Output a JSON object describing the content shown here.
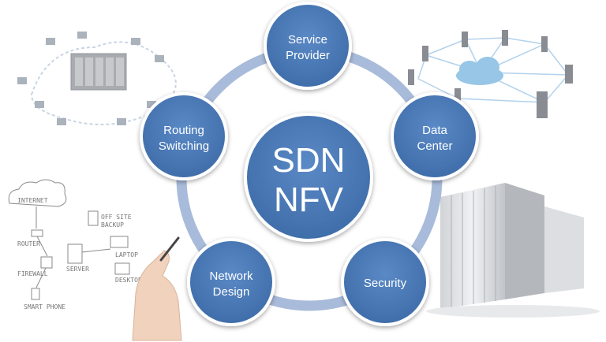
{
  "center": {
    "line1": "SDN",
    "line2": "NFV"
  },
  "nodes": [
    {
      "line1": "Service",
      "line2": "Provider"
    },
    {
      "line1": "Data",
      "line2": "Center"
    },
    {
      "line1": "Security",
      "line2": ""
    },
    {
      "line1": "Network",
      "line2": "Design"
    },
    {
      "line1": "Routing",
      "line2": "Switching"
    }
  ],
  "sketch": {
    "internet": "INTERNET",
    "router": "ROUTER",
    "firewall": "FIREWALL",
    "server": "SERVER",
    "offsite": "OFF SITE",
    "backup": "BACKUP",
    "laptop": "LAPTOP",
    "desktop": "DESKTOP",
    "phone": "SMART PHONE"
  },
  "colors": {
    "node_fill": "#4a79b5",
    "node_border": "#ffffff",
    "ring": "#9fb4d6",
    "cloud": "#6aa8d8"
  }
}
